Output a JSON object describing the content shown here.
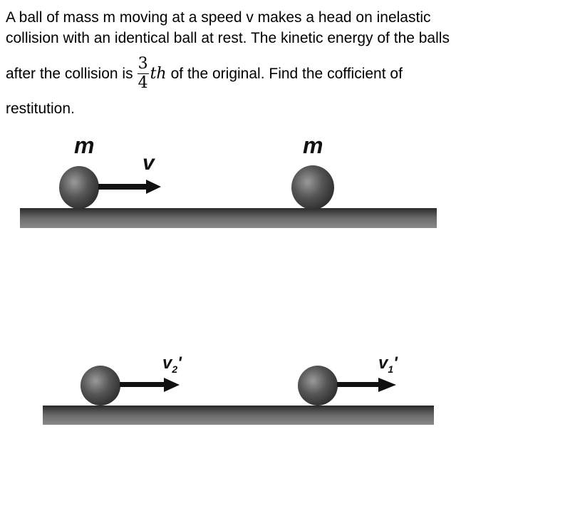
{
  "question": {
    "line1": "A ball of mass m moving at a speed v makes a head on inelastic",
    "line2": "collision with an identical ball at rest. The kinetic energy of the balls",
    "line3_before": "after the collision is",
    "fraction_numerator": "3",
    "fraction_denominator": "4",
    "fraction_suffix": "th",
    "line3_after": "of the original. Find the cofficient of",
    "line4": "restitution."
  },
  "diagram": {
    "before": {
      "ball1_mass_label": "m",
      "ball1_velocity_label": "v",
      "ball2_mass_label": "m"
    },
    "after": {
      "ball1_velocity_label": "v",
      "ball1_velocity_sub": "2",
      "ball1_velocity_prime": "'",
      "ball2_velocity_label": "v",
      "ball2_velocity_sub": "1",
      "ball2_velocity_prime": "'"
    },
    "colors": {
      "ground": "#555555",
      "ball": "#444444",
      "arrow": "#111111"
    }
  }
}
